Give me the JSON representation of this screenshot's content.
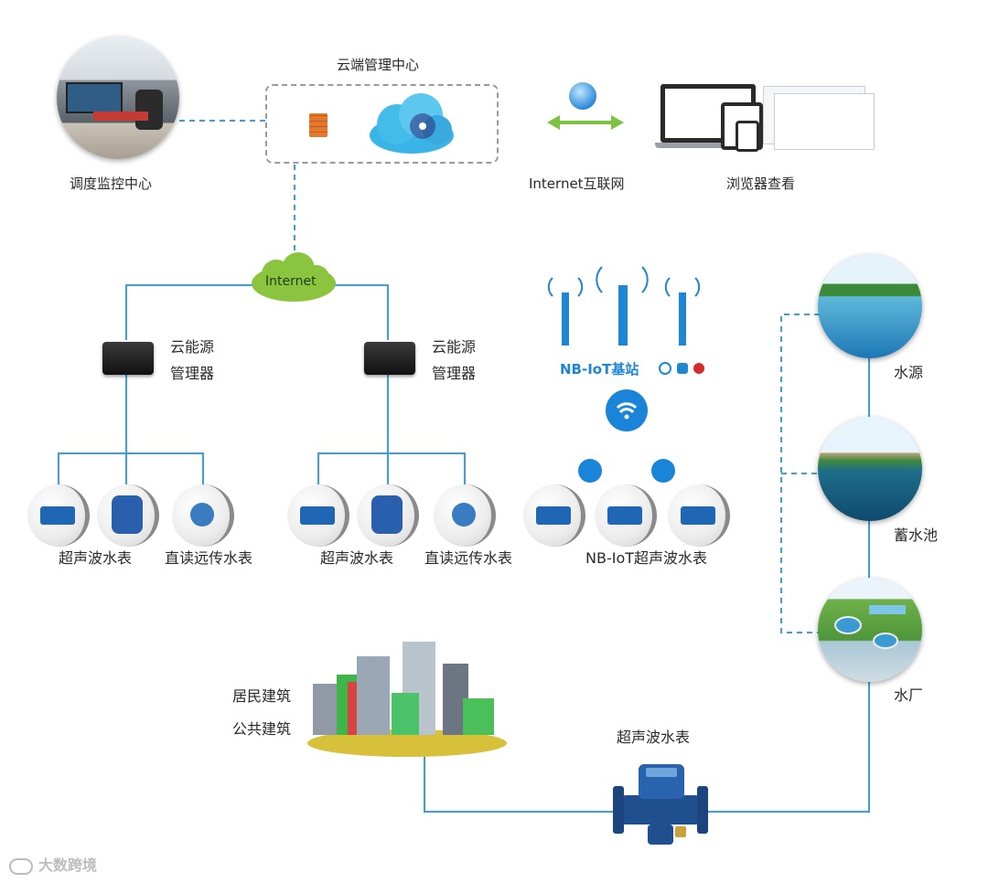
{
  "cloud_center": {
    "title": "云端管理中心"
  },
  "dispatch_center": {
    "label": "调度监控中心"
  },
  "internet_link": {
    "label": "Internet互联网"
  },
  "browser": {
    "label": "浏览器查看"
  },
  "internet_cloud": {
    "label": "Internet"
  },
  "managers": [
    {
      "line1": "云能源",
      "line2": "管理器"
    },
    {
      "line1": "云能源",
      "line2": "管理器"
    }
  ],
  "meter_groups": [
    {
      "labels": [
        "超声波水表",
        "直读远传水表"
      ]
    },
    {
      "labels": [
        "超声波水表",
        "直读远传水表"
      ]
    },
    {
      "labels": [
        "NB-IoT超声波水表"
      ]
    }
  ],
  "nbiot": {
    "label": "NB-IoT基站"
  },
  "water_chain": {
    "source": "水源",
    "reservoir": "蓄水池",
    "plant": "水厂"
  },
  "buildings": {
    "line1": "居民建筑",
    "line2": "公共建筑"
  },
  "main_meter": {
    "label": "超声波水表"
  },
  "watermark": {
    "text": "大数跨境"
  },
  "colors": {
    "line": "#3aa0e0",
    "accent": "#1f86d4",
    "grass": "#8bc53f",
    "ground": "#d8c13a"
  }
}
